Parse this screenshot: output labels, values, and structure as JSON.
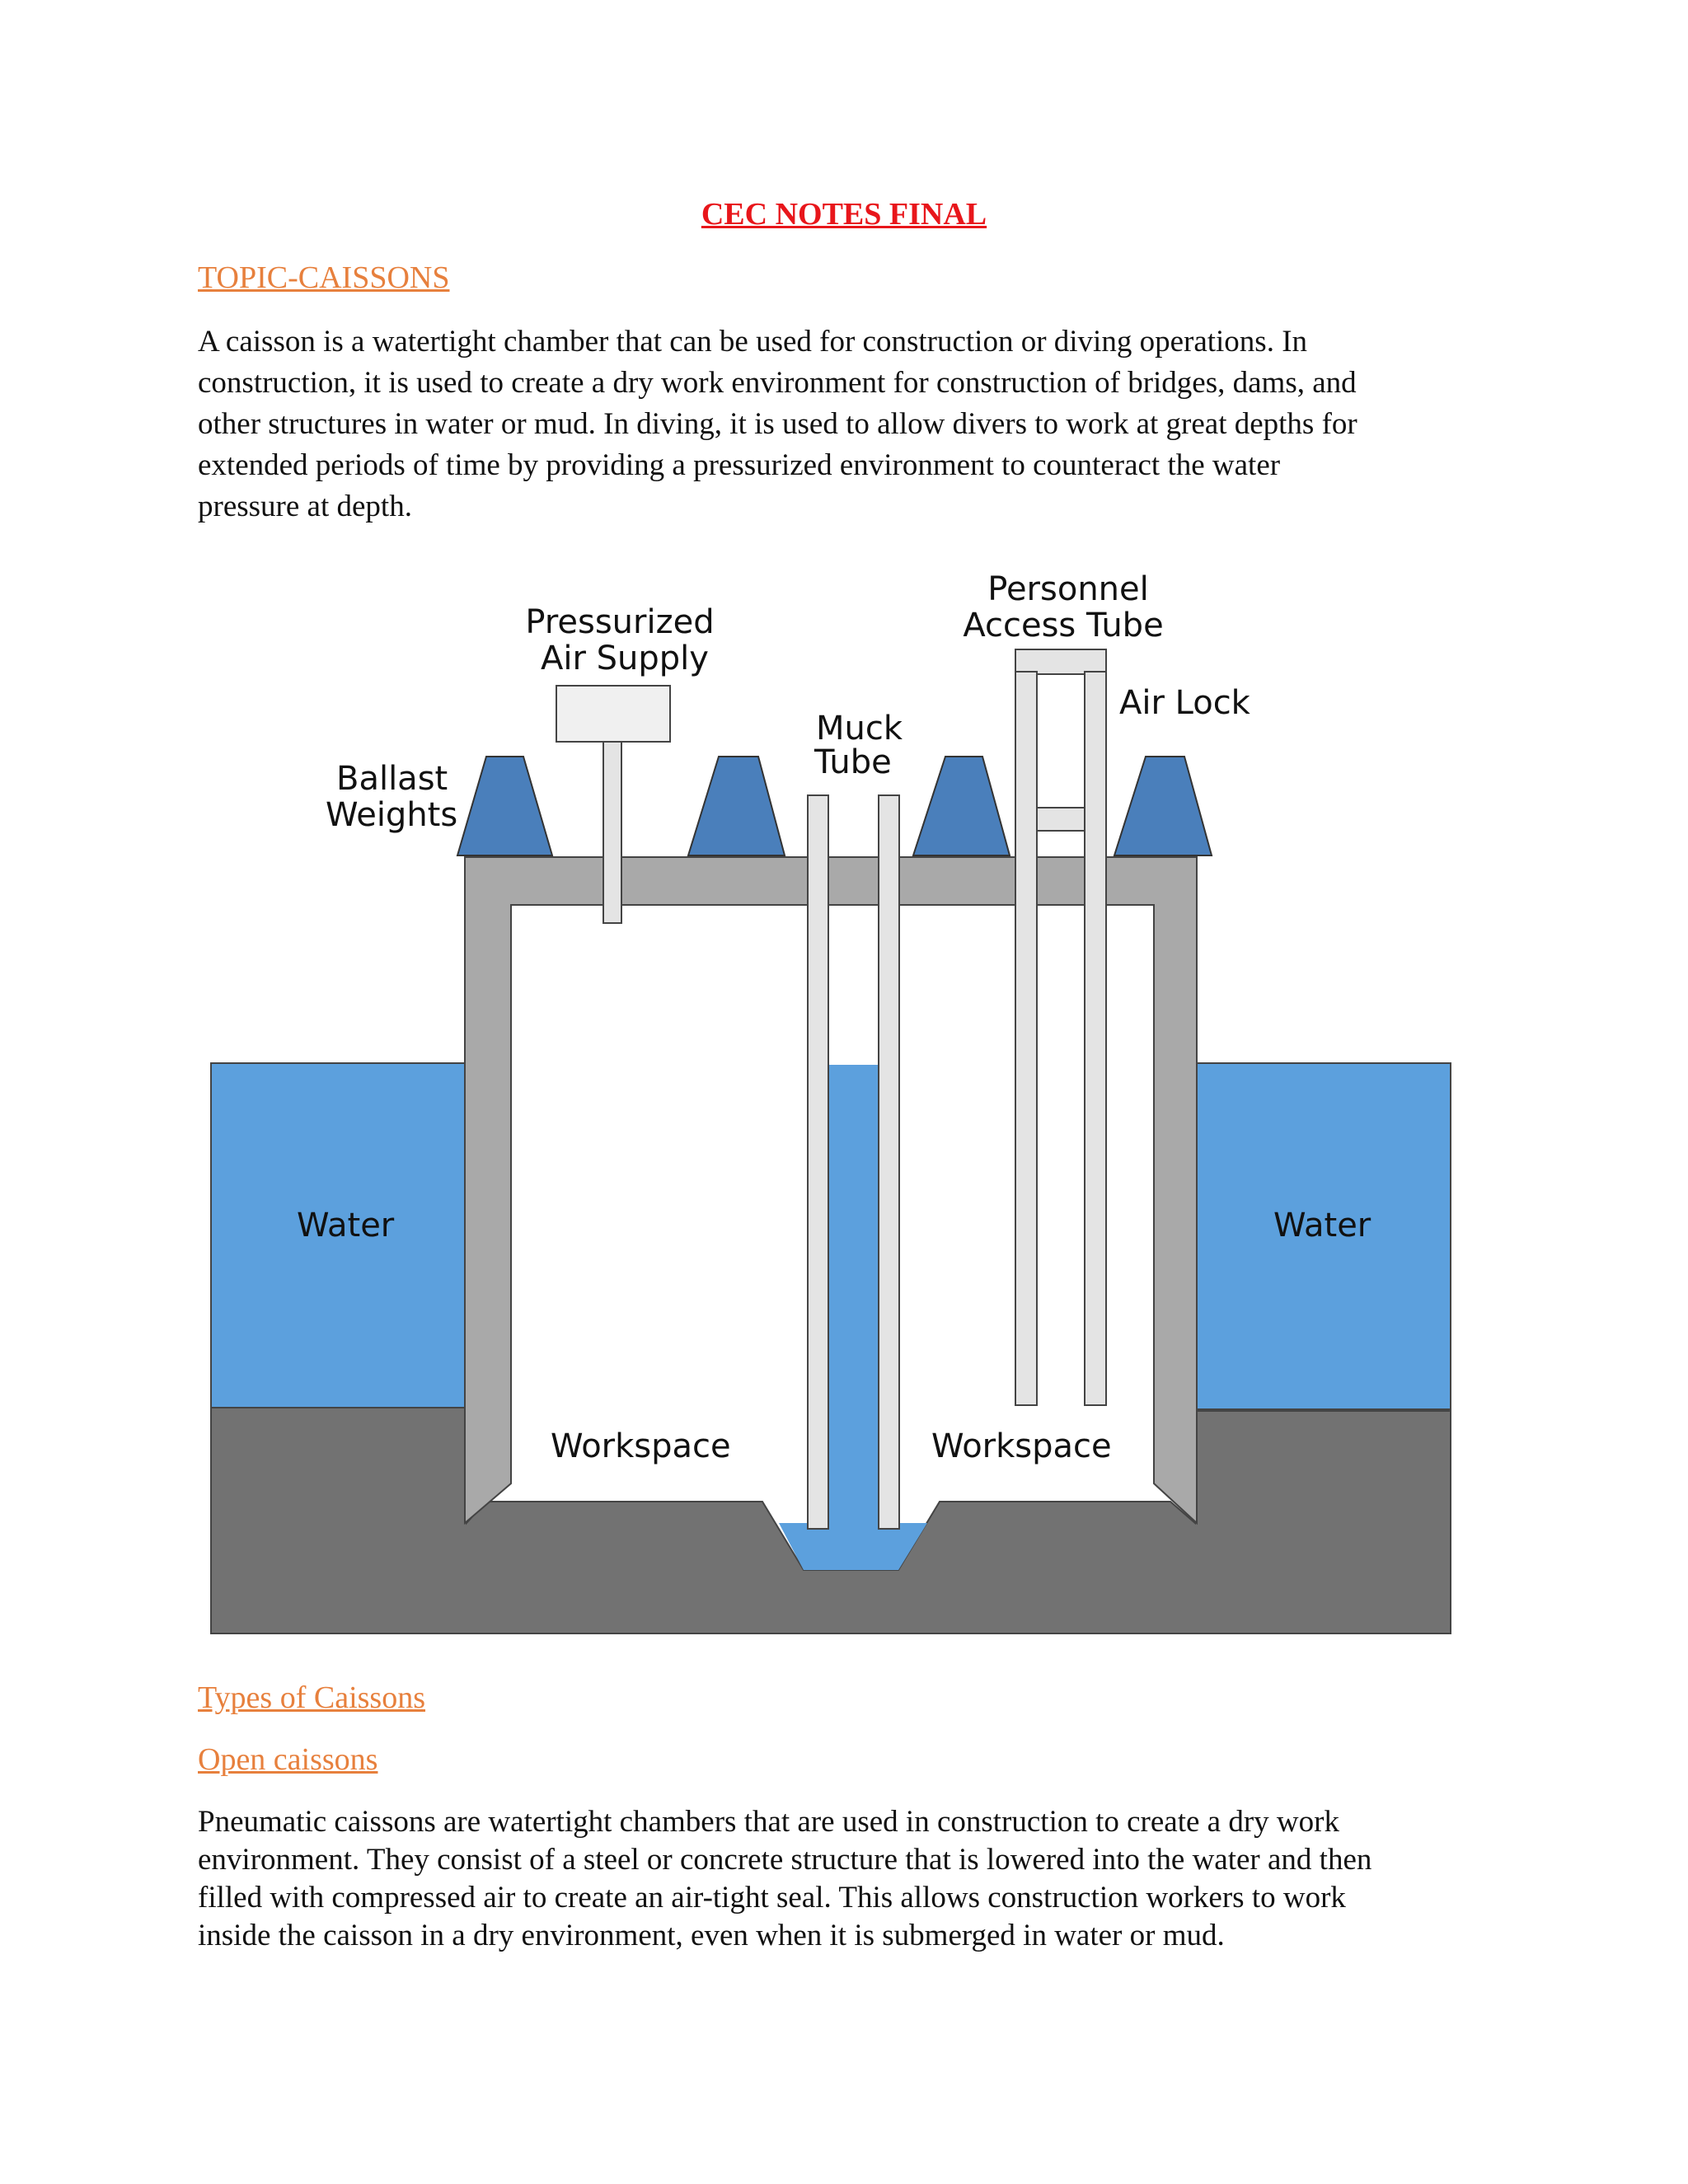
{
  "document": {
    "title": "CEC NOTES FINAL",
    "topic_heading": "TOPIC-CAISSONS",
    "intro_paragraph_lines": [
      "A caisson is a watertight chamber that can be used for construction or diving operations. In",
      "construction, it is used to create a dry work environment for construction of bridges, dams, and",
      "other structures in water or mud. In diving, it is used to allow divers to work at great depths for",
      "extended periods of time by providing a pressurized environment to counteract the water",
      "pressure at depth."
    ],
    "types_heading": "Types of Caissons",
    "open_caissons_heading": "Open caissons",
    "pneumatic_paragraph_lines": [
      "Pneumatic caissons are watertight chambers that are used in construction to create a dry work",
      "environment. They consist of a steel or concrete structure that is lowered into the water and then",
      "filled with compressed air to create an air-tight seal. This allows construction workers to work",
      "inside the caisson in a dry environment, even when it is submerged in water or mud."
    ]
  },
  "diagram": {
    "labels": {
      "pressurized_line1": "Pressurized",
      "pressurized_line2": "Air Supply",
      "personnel_line1": "Personnel",
      "personnel_line2": "Access Tube",
      "air_lock": "Air Lock",
      "muck_line1": "Muck",
      "muck_line2": "Tube",
      "ballast_line1": "Ballast",
      "ballast_line2": "Weights",
      "water_left": "Water",
      "water_right": "Water",
      "workspace_left": "Workspace",
      "workspace_right": "Workspace"
    },
    "colors": {
      "water": "#5ca0dd",
      "ground": "#727272",
      "wall": "#a9a9a9",
      "ballast": "#4a7fbb",
      "tube": "#e4e4e4"
    }
  }
}
